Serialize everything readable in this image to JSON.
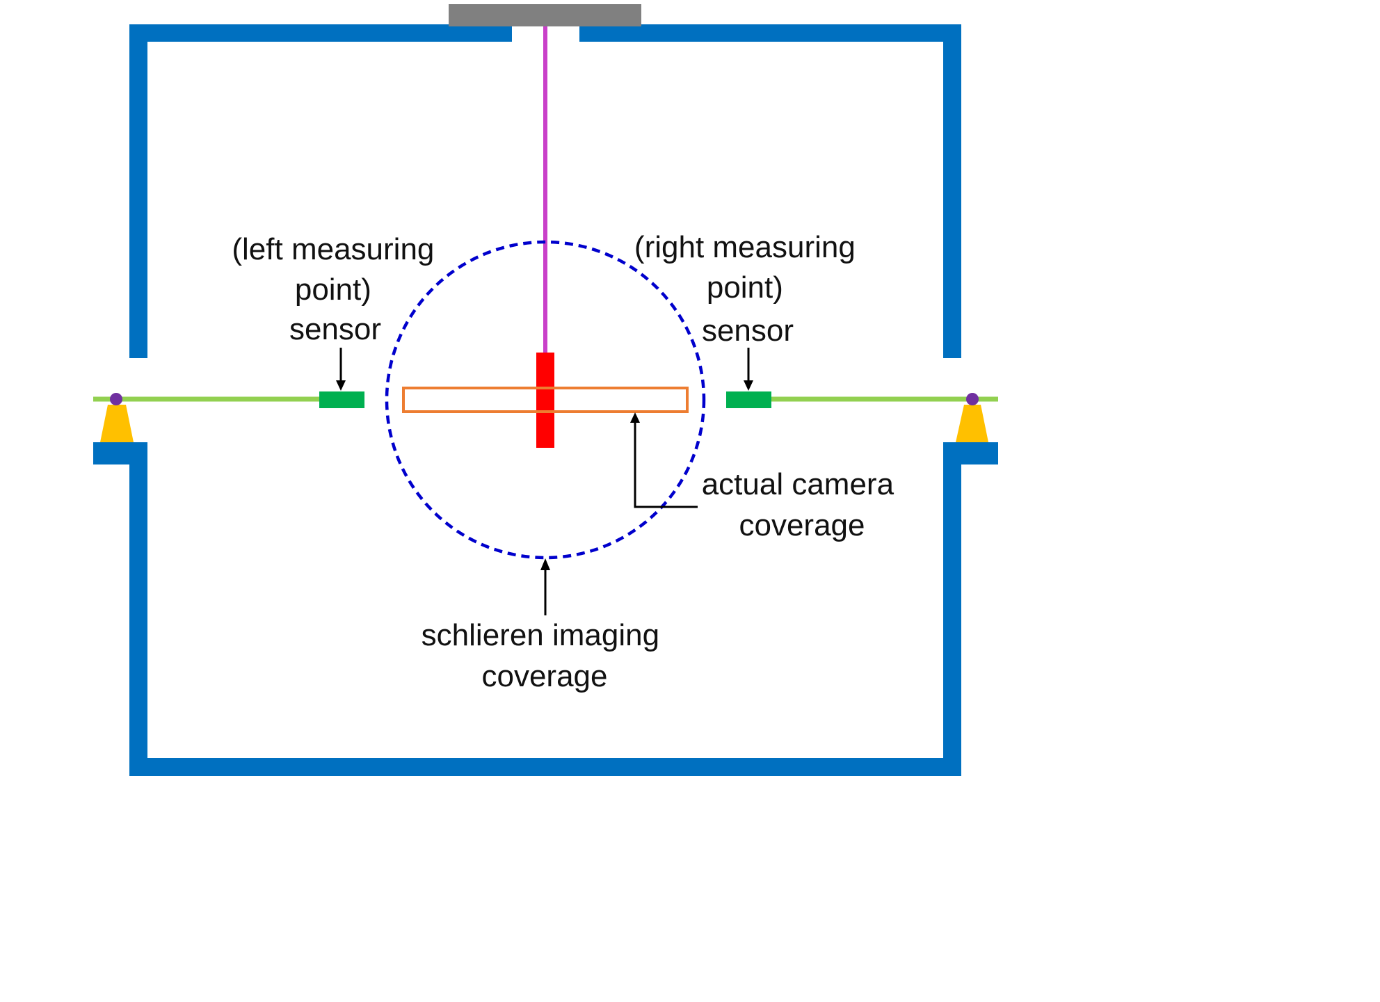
{
  "colors": {
    "enclosure": "#0070c0",
    "top_mount": "#808080",
    "rod": "#c940c9",
    "specimen": "#ff0000",
    "camera_coverage": "#ed7d31",
    "schlieren_coverage": "#0000cc",
    "beam": "#92d050",
    "sensor": "#00b050",
    "support": "#ffc000",
    "pivot": "#7030a0",
    "arrow": "#000000"
  },
  "labels": {
    "left_sensor": [
      "(left measuring",
      "point)",
      "sensor"
    ],
    "right_sensor": [
      "(right measuring",
      "point)",
      "sensor"
    ],
    "camera": [
      "actual camera",
      "coverage"
    ],
    "schlieren": [
      "schlieren imaging",
      "coverage"
    ]
  }
}
